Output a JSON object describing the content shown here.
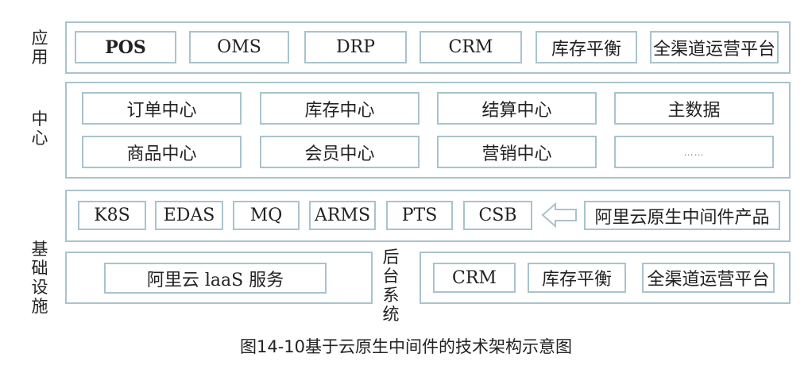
{
  "labels": {
    "app": [
      "应",
      "用"
    ],
    "center": [
      "中",
      "心"
    ],
    "infra": [
      "基",
      "础",
      "设",
      "施"
    ],
    "backend": [
      "后",
      "台",
      "系",
      "统"
    ]
  },
  "app_row": [
    "POS",
    "OMS",
    "DRP",
    "CRM",
    "库存平衡",
    "全渠道运营平台"
  ],
  "center_row1": [
    "订单中心",
    "库存中心",
    "结算中心",
    "主数据"
  ],
  "center_row2": [
    "商品中心",
    "会员中心",
    "营销中心",
    "……"
  ],
  "middleware_row": [
    "K8S",
    "EDAS",
    "MQ",
    "ARMS",
    "PTS",
    "CSB"
  ],
  "middleware_source": "阿里云原生中间件产品",
  "iaas": "阿里云 laaS 服务",
  "backend_row": [
    "CRM",
    "库存平衡",
    "全渠道运营平台"
  ],
  "caption": "图14-10基于云原生中间件的技术架构示意图",
  "colors": {
    "border": "#a9c3cc",
    "text": "#222222"
  },
  "icons": {
    "arrow": "hollow-left-arrow-icon"
  }
}
